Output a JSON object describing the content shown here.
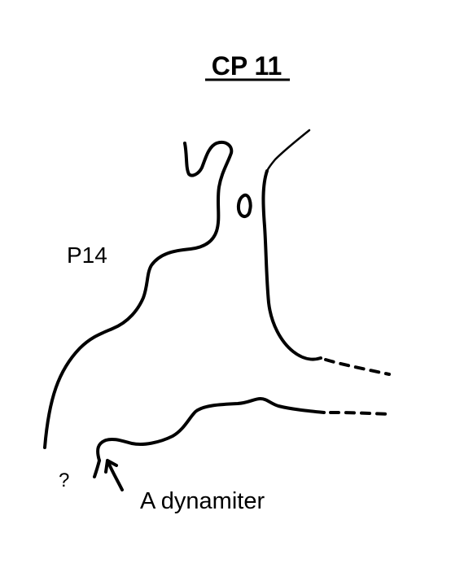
{
  "title": "CP 11",
  "labels": {
    "p14": "P14",
    "question": "?",
    "dynamiter": "A dynamiter"
  },
  "colors": {
    "ink": "#000000",
    "background": "#ffffff"
  }
}
